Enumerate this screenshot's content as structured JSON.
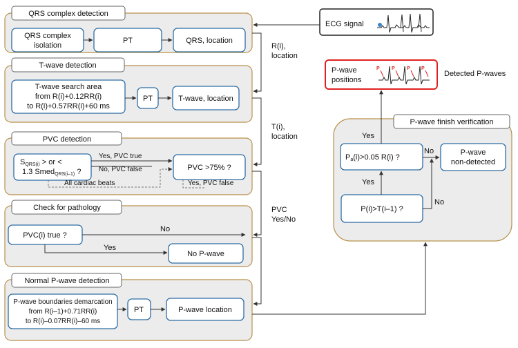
{
  "colors": {
    "panel_fill": "#ececec",
    "panel_border": "#b8914a",
    "box_border": "#2e6da4",
    "highlight_border": "#e02020",
    "connector": "#333333",
    "dashed_connector": "#777777",
    "ecg_trace": "#222222",
    "p_marker": "#e02020",
    "ecg_dot": "#3a86c8"
  },
  "panels": {
    "qrs": {
      "title": "QRS complex detection",
      "isolation": [
        "QRS complex",
        "isolation"
      ],
      "pt": "PT",
      "location": "QRS, location"
    },
    "twave": {
      "title": "T-wave detection",
      "search": [
        "T-wave search area",
        "from R(i)+0.12RR(i)",
        "to R(i)+0.57RR(i)+60 ms"
      ],
      "pt": "PT",
      "location": "T-wave, location"
    },
    "pvc": {
      "title": "PVC detection",
      "criterion": {
        "s": "S",
        "s_sub": "QRS(i)",
        "line1_rest": " > or <",
        "line2": "1.3 Smed",
        "line2_sub": "QRS(i–1)",
        "line2_end": " ?"
      },
      "threshold": "PVC >75% ?",
      "yes_true": "Yes, PVC true",
      "no_false": "No, PVC false",
      "all_beats": "All cardiac beats",
      "yes_false": "Yes, PVC false"
    },
    "pathology": {
      "title": "Check for pathology",
      "question": "PVC(i) true ?",
      "no": "No",
      "yes": "Yes",
      "no_pwave": "No P-wave"
    },
    "normal": {
      "title": "Normal P-wave detection",
      "boundaries": [
        "P-wave boundaries demarcation",
        "from R(i–1)+0.71RR(i)",
        "to R(i)–0.07RR(i)–60 ms"
      ],
      "pt": "PT",
      "location": "P-wave location"
    },
    "verify": {
      "title": "P-wave finish verification",
      "cond1": {
        "pre": "P",
        "sub": "a",
        "post": "(i)>0.05 R(i) ?"
      },
      "cond2": "P(i)>T(i–1) ?",
      "nondetected": [
        "P-wave",
        "non-detected"
      ],
      "yes_top": "Yes",
      "yes_mid": "Yes",
      "no_right": "No",
      "no_lower": "No"
    }
  },
  "ecg": {
    "label": "ECG signal"
  },
  "pwave_positions": {
    "label": [
      "P-wave",
      "positions"
    ],
    "marker": "P",
    "detected": "Detected P-waves"
  },
  "side_labels": {
    "ri": [
      "R(i),",
      "location"
    ],
    "ti": [
      "T(i),",
      "location"
    ],
    "pvc": [
      "PVC",
      "Yes/No"
    ]
  }
}
